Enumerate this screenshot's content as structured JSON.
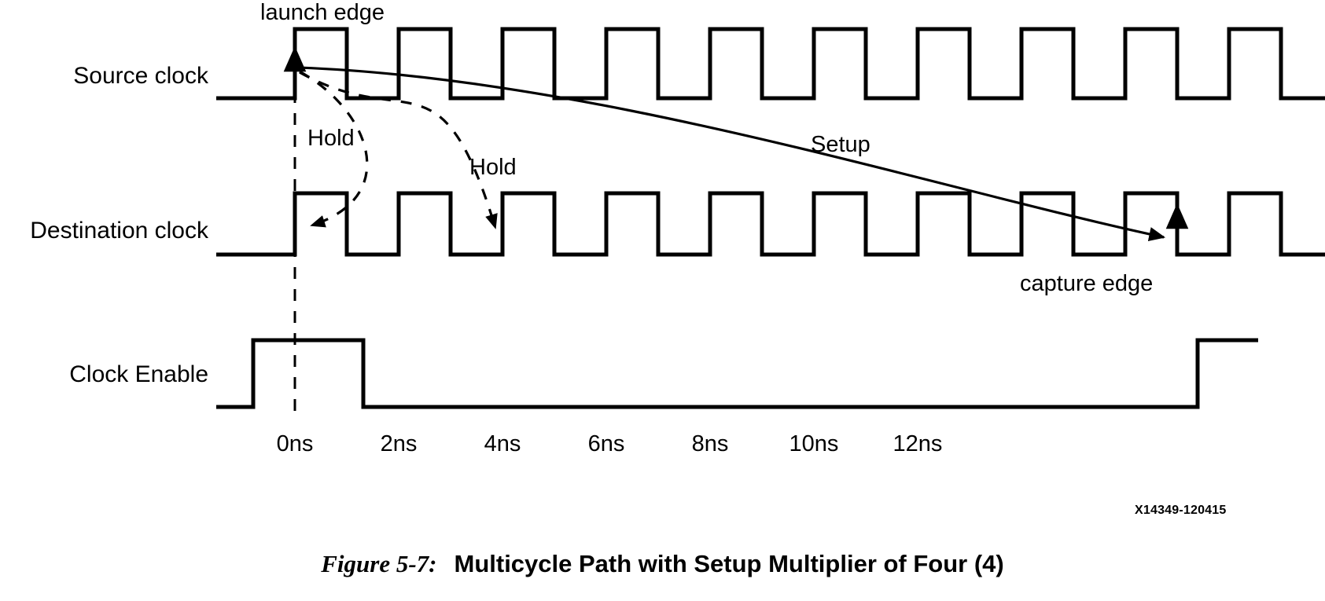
{
  "figure": {
    "caption_number": "Figure 5-7:",
    "caption_title": "Multicycle Path with Setup Multiplier of Four (4)",
    "doc_id": "X14349-120415"
  },
  "signals": [
    {
      "name": "source-clock",
      "label": "Source clock"
    },
    {
      "name": "destination-clock",
      "label": "Destination clock"
    },
    {
      "name": "clock-enable",
      "label": "Clock Enable"
    }
  ],
  "annotations": {
    "launch_edge": "launch edge",
    "hold_1": "Hold",
    "hold_2": "Hold",
    "setup": "Setup",
    "capture_edge": "capture edge"
  },
  "axis": {
    "ticks": [
      "0ns",
      "2ns",
      "4ns",
      "6ns",
      "8ns",
      "10ns",
      "12ns"
    ]
  },
  "colors": {
    "stroke": "#000000",
    "background": "#ffffff"
  },
  "chart_data": {
    "type": "line",
    "title": "Multicycle Path with Setup Multiplier of Four (4)",
    "xlabel": "",
    "ylabel": "",
    "x_unit": "ns",
    "x_tick_values": [
      0,
      2,
      4,
      6,
      8,
      10,
      12
    ],
    "x_tick_labels": [
      "0ns",
      "2ns",
      "4ns",
      "6ns",
      "8ns",
      "10ns",
      "12ns"
    ],
    "clock_period_ns": 2,
    "duty_cycle": 0.5,
    "xlim": [
      -1.5,
      18.5
    ],
    "grid": false,
    "legend": "none",
    "series": [
      {
        "name": "Source clock",
        "type": "digital-clock",
        "first_rising_edge_ns": 0,
        "period_ns": 2,
        "rising_edges_ns": [
          0,
          2,
          4,
          6,
          8,
          10,
          12,
          14,
          16
        ],
        "falling_edges_ns": [
          1,
          3,
          5,
          7,
          9,
          11,
          13,
          15,
          17
        ]
      },
      {
        "name": "Destination clock",
        "type": "digital-clock",
        "first_rising_edge_ns": 0,
        "period_ns": 2,
        "rising_edges_ns": [
          0,
          2,
          4,
          6,
          8,
          10,
          12,
          14,
          16
        ],
        "falling_edges_ns": [
          1,
          3,
          5,
          7,
          9,
          11,
          13,
          15,
          17
        ]
      },
      {
        "name": "Clock Enable",
        "type": "digital-enable",
        "pulses_ns": [
          [
            -0.8,
            1.3
          ],
          [
            17.4,
            18.5
          ]
        ]
      }
    ],
    "annotations": [
      {
        "text": "launch edge",
        "at_ns": 0,
        "signal": "Source clock",
        "kind": "edge-marker-up"
      },
      {
        "text": "Hold",
        "from_ns": 0,
        "from_signal": "Source clock",
        "to_ns": 0,
        "to_signal": "Destination clock",
        "kind": "dashed-arc"
      },
      {
        "text": "Hold",
        "from_ns": 0,
        "from_signal": "Source clock",
        "to_ns": 4,
        "to_signal": "Destination clock",
        "kind": "dashed-arc"
      },
      {
        "text": "Setup",
        "from_ns": 0,
        "from_signal": "Source clock",
        "to_ns": 16,
        "to_signal": "Destination clock",
        "kind": "solid-arc"
      },
      {
        "text": "capture edge",
        "at_ns": 16,
        "signal": "Destination clock",
        "kind": "edge-marker-up"
      }
    ]
  }
}
